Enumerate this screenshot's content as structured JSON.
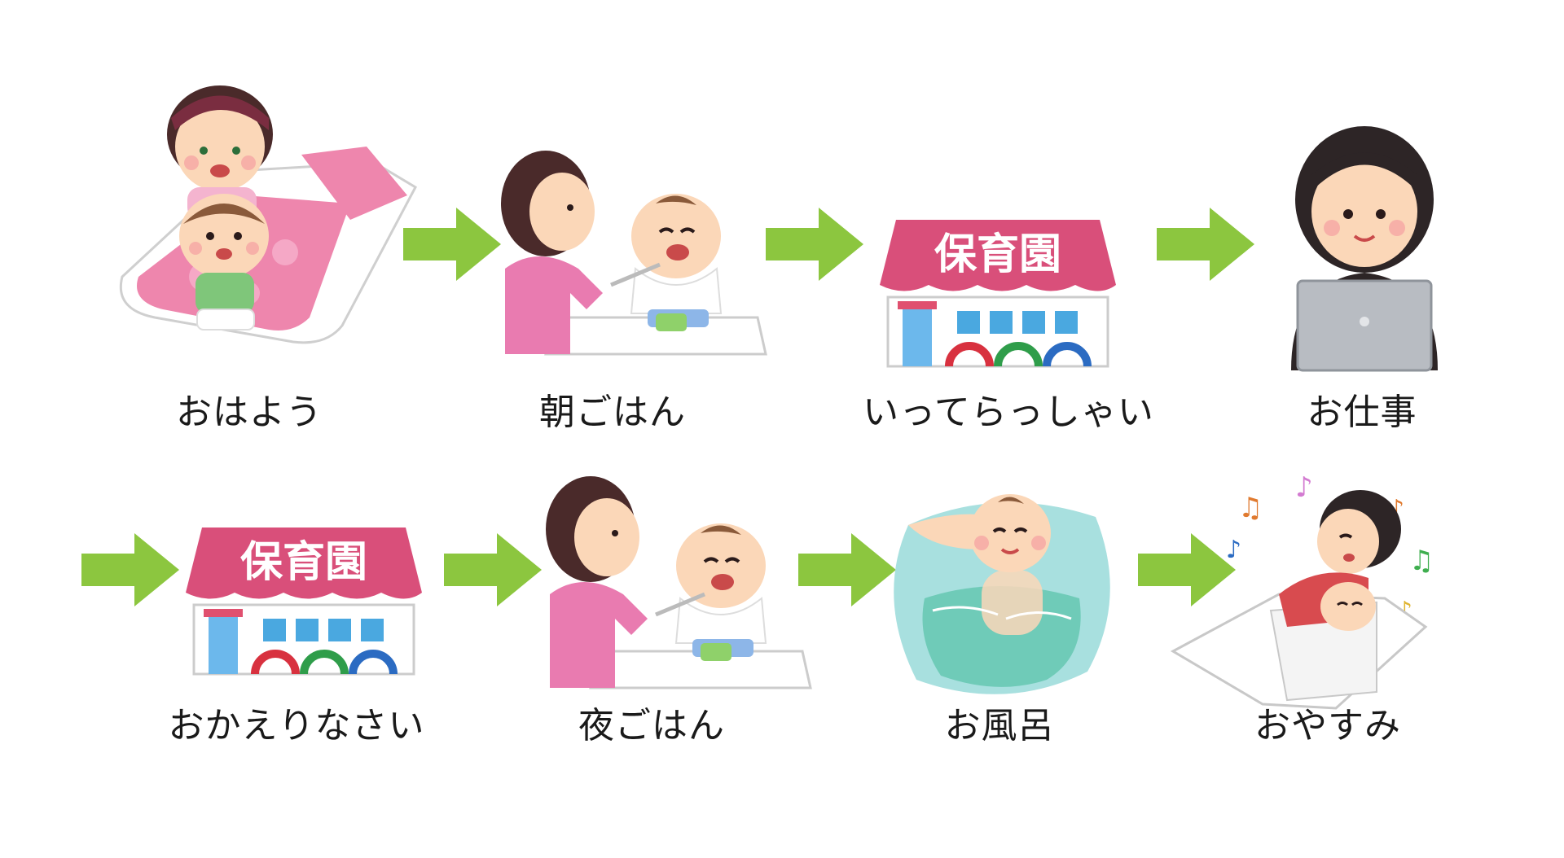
{
  "steps": [
    {
      "label": "おはよう",
      "scene": "waking-up"
    },
    {
      "label": "朝ごはん",
      "scene": "feeding-breakfast"
    },
    {
      "label": "いってらっしゃい",
      "scene": "nursery-dropoff"
    },
    {
      "label": "お仕事",
      "scene": "working-laptop"
    },
    {
      "label": "おかえりなさい",
      "scene": "nursery-pickup"
    },
    {
      "label": "夜ごはん",
      "scene": "feeding-dinner"
    },
    {
      "label": "お風呂",
      "scene": "bath"
    },
    {
      "label": "おやすみ",
      "scene": "bedtime"
    }
  ],
  "nursery_sign": "保育園",
  "colors": {
    "arrow": "#8cc63f",
    "arrow_dark": "#7ab32e",
    "sign_roof": "#d94f7a",
    "blanket_pink": "#ee86ad",
    "skin": "#fbd7b8",
    "hair": "#4a2a2a",
    "bath_water": "#a8e0df",
    "label_text": "#1a1a1a"
  }
}
